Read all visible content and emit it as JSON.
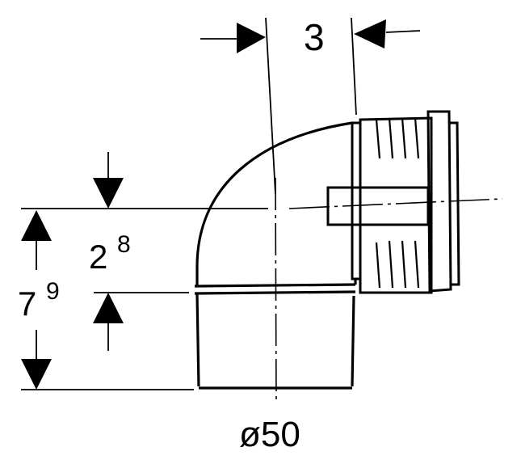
{
  "dimensions": {
    "offset_top": {
      "value": "3"
    },
    "upper_height": {
      "value": "2",
      "superscript": "8"
    },
    "total_height": {
      "value": "7",
      "superscript": "9"
    },
    "diameter": {
      "value": "ø50"
    }
  },
  "colors": {
    "line": "#000000",
    "background": "#ffffff"
  }
}
